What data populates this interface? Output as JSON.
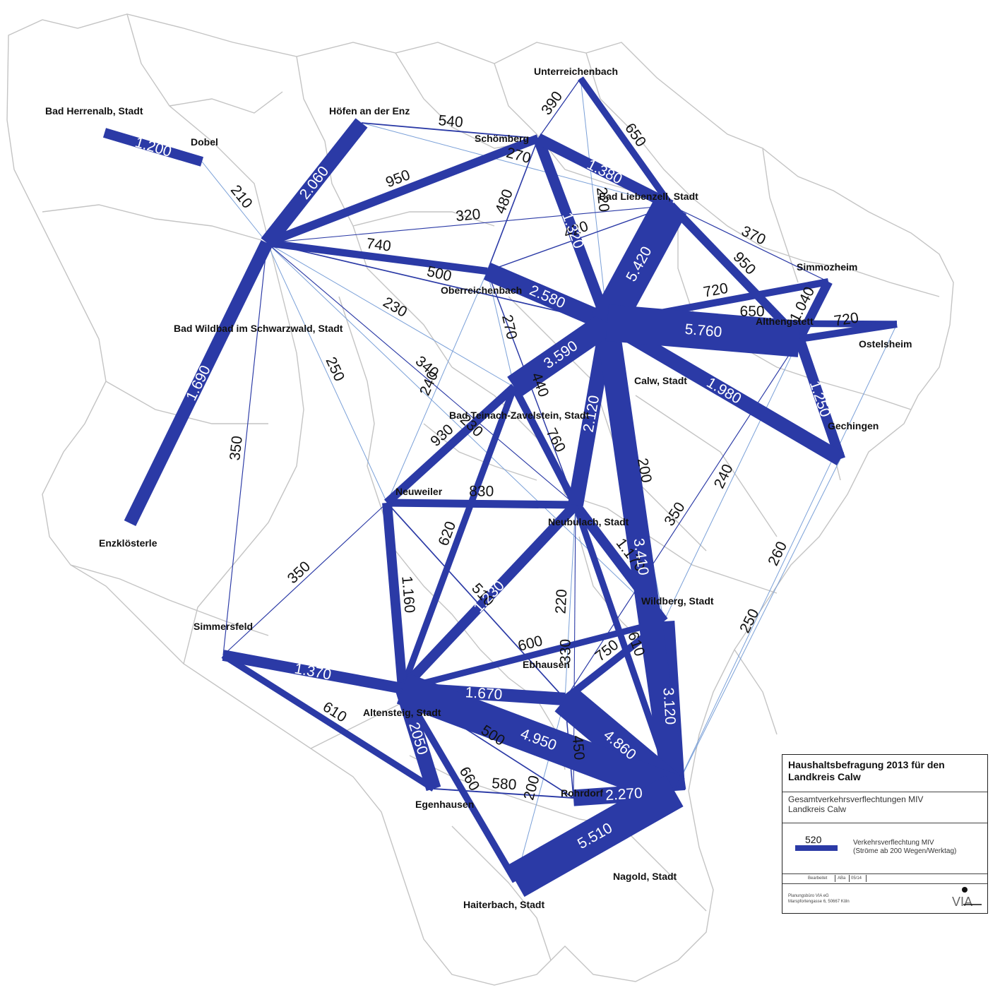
{
  "colors": {
    "flow": "#2b3aa6",
    "thin": "#7aa0d8",
    "boundary": "#c4c4c4"
  },
  "places": [
    {
      "id": "herrenalb",
      "name": "Bad Herrenalb, Stadt"
    },
    {
      "id": "dobel",
      "name": "Dobel"
    },
    {
      "id": "hoefen",
      "name": "Höfen an der Enz"
    },
    {
      "id": "unterreichenbach",
      "name": "Unterreichenbach"
    },
    {
      "id": "schoemberg",
      "name": "Schömberg"
    },
    {
      "id": "liebenzell",
      "name": "Bad Liebenzell, Stadt"
    },
    {
      "id": "simmozheim",
      "name": "Simmozheim"
    },
    {
      "id": "oberreichenbach",
      "name": "Oberreichenbach"
    },
    {
      "id": "wildbad",
      "name": "Bad Wildbad im Schwarzwald, Stadt"
    },
    {
      "id": "althengstett",
      "name": "Althengstett"
    },
    {
      "id": "ostelsheim",
      "name": "Ostelsheim"
    },
    {
      "id": "calw",
      "name": "Calw, Stadt"
    },
    {
      "id": "teinach",
      "name": "Bad Teinach-Zavelstein, Stadt"
    },
    {
      "id": "gechingen",
      "name": "Gechingen"
    },
    {
      "id": "neuweiler",
      "name": "Neuweiler"
    },
    {
      "id": "neubulach",
      "name": "Neubulach, Stadt"
    },
    {
      "id": "enzkloesterle",
      "name": "Enzklösterle"
    },
    {
      "id": "wildberg",
      "name": "Wildberg, Stadt"
    },
    {
      "id": "simmersfeld",
      "name": "Simmersfeld"
    },
    {
      "id": "ebhausen",
      "name": "Ebhausen"
    },
    {
      "id": "altensteig",
      "name": "Altensteig, Stadt"
    },
    {
      "id": "egenhausen",
      "name": "Egenhausen"
    },
    {
      "id": "rohrdorf",
      "name": "Rohrdorf"
    },
    {
      "id": "nagold",
      "name": "Nagold, Stadt"
    },
    {
      "id": "haiterbach",
      "name": "Haiterbach, Stadt"
    }
  ],
  "flows": [
    {
      "a": "herrenalb",
      "b": "dobel",
      "value": 1200,
      "label": "1.200"
    },
    {
      "a": "wildbad",
      "b": "hoefen",
      "value": 2060,
      "label": "2.060"
    },
    {
      "a": "wildbad",
      "b": "schoemberg",
      "value": 950,
      "label": "950"
    },
    {
      "a": "wildbad",
      "b": "enzkloesterle",
      "value": 1690,
      "label": "1.690"
    },
    {
      "a": "wildbad",
      "b": "dobel",
      "value": 210,
      "label": "210"
    },
    {
      "a": "wildbad",
      "b": "liebenzell",
      "value": 320,
      "label": "320"
    },
    {
      "a": "wildbad",
      "b": "oberreichenbach",
      "value": 740,
      "label": "740"
    },
    {
      "a": "wildbad",
      "b": "calw",
      "value": 500,
      "label": "500"
    },
    {
      "a": "wildbad",
      "b": "simmersfeld",
      "value": 350,
      "label": "350"
    },
    {
      "a": "wildbad",
      "b": "neuweiler",
      "value": 250,
      "label": "250"
    },
    {
      "a": "wildbad",
      "b": "neubulach",
      "value": 340,
      "label": "340"
    },
    {
      "a": "wildbad",
      "b": "teinach",
      "value": 230,
      "label": "230"
    },
    {
      "a": "wildbad",
      "b": "wildberg",
      "value": 230,
      "label": "230"
    },
    {
      "a": "hoefen",
      "b": "schoemberg",
      "value": 540,
      "label": "540"
    },
    {
      "a": "hoefen",
      "b": "liebenzell",
      "value": 270,
      "label": "270"
    },
    {
      "a": "unterreichenbach",
      "b": "schoemberg",
      "value": 390,
      "label": "390"
    },
    {
      "a": "unterreichenbach",
      "b": "calw",
      "value": 220,
      "label": "220"
    },
    {
      "a": "unterreichenbach",
      "b": "liebenzell",
      "value": 650,
      "label": "650"
    },
    {
      "a": "schoemberg",
      "b": "liebenzell",
      "value": 1380,
      "label": "1.380"
    },
    {
      "a": "schoemberg",
      "b": "calw",
      "value": 1320,
      "label": "1.320"
    },
    {
      "a": "schoemberg",
      "b": "oberreichenbach",
      "value": 480,
      "label": "480"
    },
    {
      "a": "liebenzell",
      "b": "calw",
      "value": 5420,
      "label": "5.420"
    },
    {
      "a": "liebenzell",
      "b": "simmozheim",
      "value": 370,
      "label": "370"
    },
    {
      "a": "liebenzell",
      "b": "althengstett",
      "value": 950,
      "label": "950"
    },
    {
      "a": "liebenzell",
      "b": "oberreichenbach",
      "value": 420,
      "label": "420"
    },
    {
      "a": "oberreichenbach",
      "b": "calw",
      "value": 2580,
      "label": "2.580"
    },
    {
      "a": "oberreichenbach",
      "b": "teinach",
      "value": 270,
      "label": "270"
    },
    {
      "a": "oberreichenbach",
      "b": "neuweiler",
      "value": 240,
      "label": "240"
    },
    {
      "a": "oberreichenbach",
      "b": "neubulach",
      "value": 440,
      "label": "440"
    },
    {
      "a": "calw",
      "b": "althengstett",
      "value": 5760,
      "label": "5.760"
    },
    {
      "a": "calw",
      "b": "simmozheim",
      "value": 720,
      "label": "720"
    },
    {
      "a": "calw",
      "b": "gechingen",
      "value": 1980,
      "label": "1.980"
    },
    {
      "a": "calw",
      "b": "teinach",
      "value": 3590,
      "label": "3.590"
    },
    {
      "a": "calw",
      "b": "neubulach",
      "value": 2120,
      "label": "2.120"
    },
    {
      "a": "calw",
      "b": "nagold",
      "value": 3410,
      "label": "3.410"
    },
    {
      "a": "calw",
      "b": "wildberg",
      "value": 200,
      "label": "200"
    },
    {
      "a": "simmozheim",
      "b": "althengstett",
      "value": 1040,
      "label": "1.040"
    },
    {
      "a": "althengstett",
      "b": "ostelsheim",
      "value": 720,
      "label": "720"
    },
    {
      "a": "althengstett",
      "b": "gechingen",
      "value": 1250,
      "label": "1.250"
    },
    {
      "a": "calw",
      "b": "ostelsheim",
      "value": 650,
      "label": "650"
    },
    {
      "a": "althengstett",
      "b": "wildberg",
      "value": 240,
      "label": "240"
    },
    {
      "a": "althengstett",
      "b": "ebhausen",
      "value": 350,
      "label": "350"
    },
    {
      "a": "ostelsheim",
      "b": "nagold",
      "value": 260,
      "label": "260"
    },
    {
      "a": "gechingen",
      "b": "nagold",
      "value": 250,
      "label": "250"
    },
    {
      "a": "teinach",
      "b": "neuweiler",
      "value": 930,
      "label": "930"
    },
    {
      "a": "teinach",
      "b": "neubulach",
      "value": 760,
      "label": "760"
    },
    {
      "a": "teinach",
      "b": "altensteig",
      "value": 620,
      "label": "620"
    },
    {
      "a": "neuweiler",
      "b": "neubulach",
      "value": 830,
      "label": "830"
    },
    {
      "a": "neuweiler",
      "b": "altensteig",
      "value": 1160,
      "label": "1.160"
    },
    {
      "a": "neuweiler",
      "b": "ebhausen",
      "value": 510,
      "label": "510"
    },
    {
      "a": "neuweiler",
      "b": "simmersfeld",
      "value": 350,
      "label": "350"
    },
    {
      "a": "neubulach",
      "b": "altensteig",
      "value": 1230,
      "label": "1.230"
    },
    {
      "a": "neubulach",
      "b": "wildberg",
      "value": 1170,
      "label": "1.170"
    },
    {
      "a": "neubulach",
      "b": "ebhausen",
      "value": 220,
      "label": "220"
    },
    {
      "a": "neubulach",
      "b": "rohrdorf",
      "value": 330,
      "label": "330"
    },
    {
      "a": "neubulach",
      "b": "nagold",
      "value": 610,
      "label": "610"
    },
    {
      "a": "wildberg",
      "b": "altensteig",
      "value": 600,
      "label": "600"
    },
    {
      "a": "wildberg",
      "b": "ebhausen",
      "value": 750,
      "label": "750"
    },
    {
      "a": "wildberg",
      "b": "nagold",
      "value": 3120,
      "label": "3.120"
    },
    {
      "a": "ebhausen",
      "b": "nagold",
      "value": 4860,
      "label": "4.860"
    },
    {
      "a": "ebhausen",
      "b": "altensteig",
      "value": 1670,
      "label": "1.670"
    },
    {
      "a": "ebhausen",
      "b": "rohrdorf",
      "value": 450,
      "label": "450"
    },
    {
      "a": "simmersfeld",
      "b": "altensteig",
      "value": 1370,
      "label": "1.370"
    },
    {
      "a": "simmersfeld",
      "b": "egenhausen",
      "value": 610,
      "label": "610"
    },
    {
      "a": "altensteig",
      "b": "nagold",
      "value": 4950,
      "label": "4.950"
    },
    {
      "a": "altensteig",
      "b": "egenhausen",
      "value": 2050,
      "label": "2050"
    },
    {
      "a": "altensteig",
      "b": "haiterbach",
      "value": 660,
      "label": "660"
    },
    {
      "a": "altensteig",
      "b": "rohrdorf",
      "value": 500,
      "label": "500"
    },
    {
      "a": "egenhausen",
      "b": "rohrdorf",
      "value": 580,
      "label": "580"
    },
    {
      "a": "haiterbach",
      "b": "ebhausen",
      "value": 200,
      "label": "200"
    },
    {
      "a": "rohrdorf",
      "b": "nagold",
      "value": 2270,
      "label": "2.270"
    },
    {
      "a": "haiterbach",
      "b": "nagold",
      "value": 5510,
      "label": "5.510"
    }
  ],
  "legend": {
    "title": "Haushaltsbefragung 2013 für den Landkreis Calw",
    "subtitle_1": "Gesamtverkehrsverflechtungen MIV",
    "subtitle_2": "Landkreis Calw",
    "sample_value": "520",
    "sample_label_1": "Verkehrsverflechtung MIV",
    "sample_label_2": "(Ströme ab 200 Wegen/Werktag)",
    "edited_label": "Bearbeitet",
    "editor": "ABa",
    "date": "05/14",
    "office_1": "Planungsbüro VIA eG",
    "office_2": "Marspfortengasse 6, 50667 Köln",
    "logo_text": "VIA"
  }
}
